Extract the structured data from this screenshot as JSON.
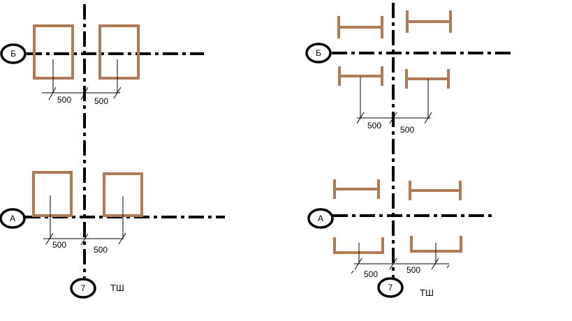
{
  "colors": {
    "line": "#000000",
    "member": "#b07a55",
    "background": "#ffffff"
  },
  "left_scheme": {
    "axis_top_label": "Б",
    "axis_bottom_label": "А",
    "axis_vertical_label": "7",
    "note": "ТШ",
    "dim_top_left": "500",
    "dim_top_right": "500",
    "dim_bottom_left": "500",
    "dim_bottom_right": "500"
  },
  "right_scheme": {
    "axis_top_label": "Б",
    "axis_bottom_label": "А",
    "axis_vertical_label": "7",
    "note": "ТШ",
    "dim_top_left": "500",
    "dim_top_right": "500",
    "dim_bottom_left": "500",
    "dim_bottom_right": "500"
  }
}
